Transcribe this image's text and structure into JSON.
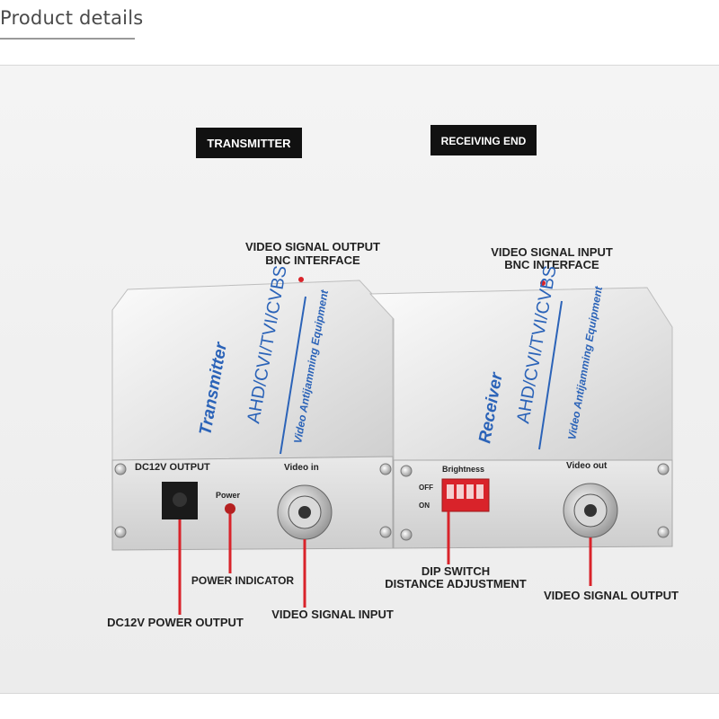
{
  "header": {
    "title": "Product details"
  },
  "badges": {
    "transmitter": "TRANSMITTER",
    "receiver": "RECEIVING END"
  },
  "callouts": {
    "tx_top_line1": "VIDEO SIGNAL OUTPUT",
    "tx_top_line2": "BNC INTERFACE",
    "rx_top_line1": "VIDEO SIGNAL INPUT",
    "rx_top_line2": "BNC INTERFACE",
    "power_indicator": "POWER INDICATOR",
    "dc_power_output": "DC12V POWER OUTPUT",
    "video_signal_input": "VIDEO SIGNAL INPUT",
    "dip_line1": "DIP SWITCH",
    "dip_line2": "DISTANCE ADJUSTMENT",
    "video_signal_output": "VIDEO SIGNAL OUTPUT"
  },
  "device_text": {
    "tx_name": "Transmitter",
    "rx_name": "Receiver",
    "model": "AHD/CVI/TVI/CVBS",
    "subtitle": "Video Antijamming Equipment",
    "dc12v_output": "DC12V OUTPUT",
    "power": "Power",
    "video_in": "Video in",
    "brightness": "Brightness",
    "off": "OFF",
    "on": "ON",
    "video_out": "Video out"
  },
  "colors": {
    "accent_red": "#d9232a",
    "label_blue": "#2b63b8",
    "badge_bg": "#111111"
  }
}
